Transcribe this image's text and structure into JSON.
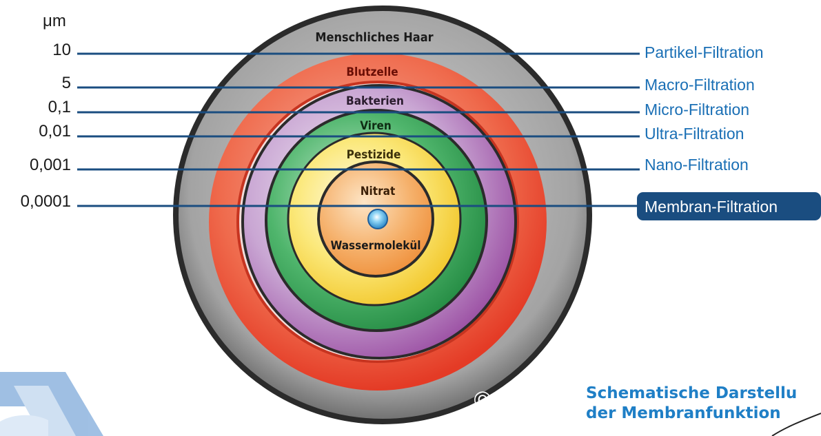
{
  "unit": "μm",
  "rings": [
    {
      "label": "Menschliches Haar",
      "color": "#a0a0a0"
    },
    {
      "label": "Blutzelle",
      "color": "#e94a2e"
    },
    {
      "label": "Bakterien",
      "color": "#a05aa8"
    },
    {
      "label": "Viren",
      "color": "#2f9a4e"
    },
    {
      "label": "Pestizide",
      "color": "#f6d93c"
    },
    {
      "label": "Nitrat",
      "color": "#f3a04d"
    },
    {
      "label": "Wassermolekül",
      "color": "#6ec6f0"
    }
  ],
  "scale_rows": [
    {
      "value": "10",
      "filter": "Partikel-Filtration"
    },
    {
      "value": "5",
      "filter": "Macro-Filtration"
    },
    {
      "value": "0,1",
      "filter": "Micro-Filtration"
    },
    {
      "value": "0,01",
      "filter": "Ultra-Filtration"
    },
    {
      "value": "0,001",
      "filter": "Nano-Filtration"
    },
    {
      "value": "0,0001",
      "filter": "Membran-Filtration",
      "highlighted": true
    }
  ],
  "caption": {
    "line1": "Schematische Darstellu",
    "line2": "der Membranfunktion"
  },
  "copyright_symbol": "©",
  "colors": {
    "line": "#1a4d80",
    "filter_text": "#1a6fb5",
    "highlight_badge": "#1a4d80",
    "caption": "#1f7fc6"
  }
}
